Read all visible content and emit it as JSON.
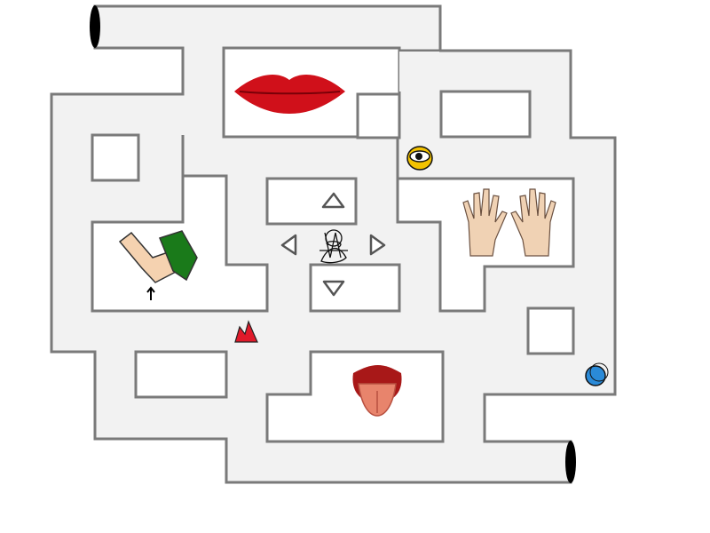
{
  "game": {
    "type": "maze",
    "colors": {
      "corridor": "#f2f2f2",
      "wall_stroke": "#7a7a7a",
      "block": "#ffffff",
      "portal": "#000000",
      "lips": "#d0101a",
      "tongue": "#e8846c",
      "skin": "#f5d2b0",
      "sleeve": "#1a7a1a",
      "eye_ring": "#f2c200",
      "fire": "#e01a2a",
      "ball": "#2a8ad8"
    },
    "controls": [
      {
        "icon": "arrow-up-icon"
      },
      {
        "icon": "arrow-left-icon"
      },
      {
        "icon": "arrow-right-icon"
      },
      {
        "icon": "arrow-down-icon"
      }
    ],
    "items": [
      "lips-icon",
      "tongue-icon",
      "hands-icon",
      "elbow-icon",
      "eye-icon",
      "fire-icon",
      "blue-ball-icon"
    ],
    "player": "scribble-character-icon",
    "portals": [
      "entrance-portal",
      "exit-portal"
    ]
  }
}
